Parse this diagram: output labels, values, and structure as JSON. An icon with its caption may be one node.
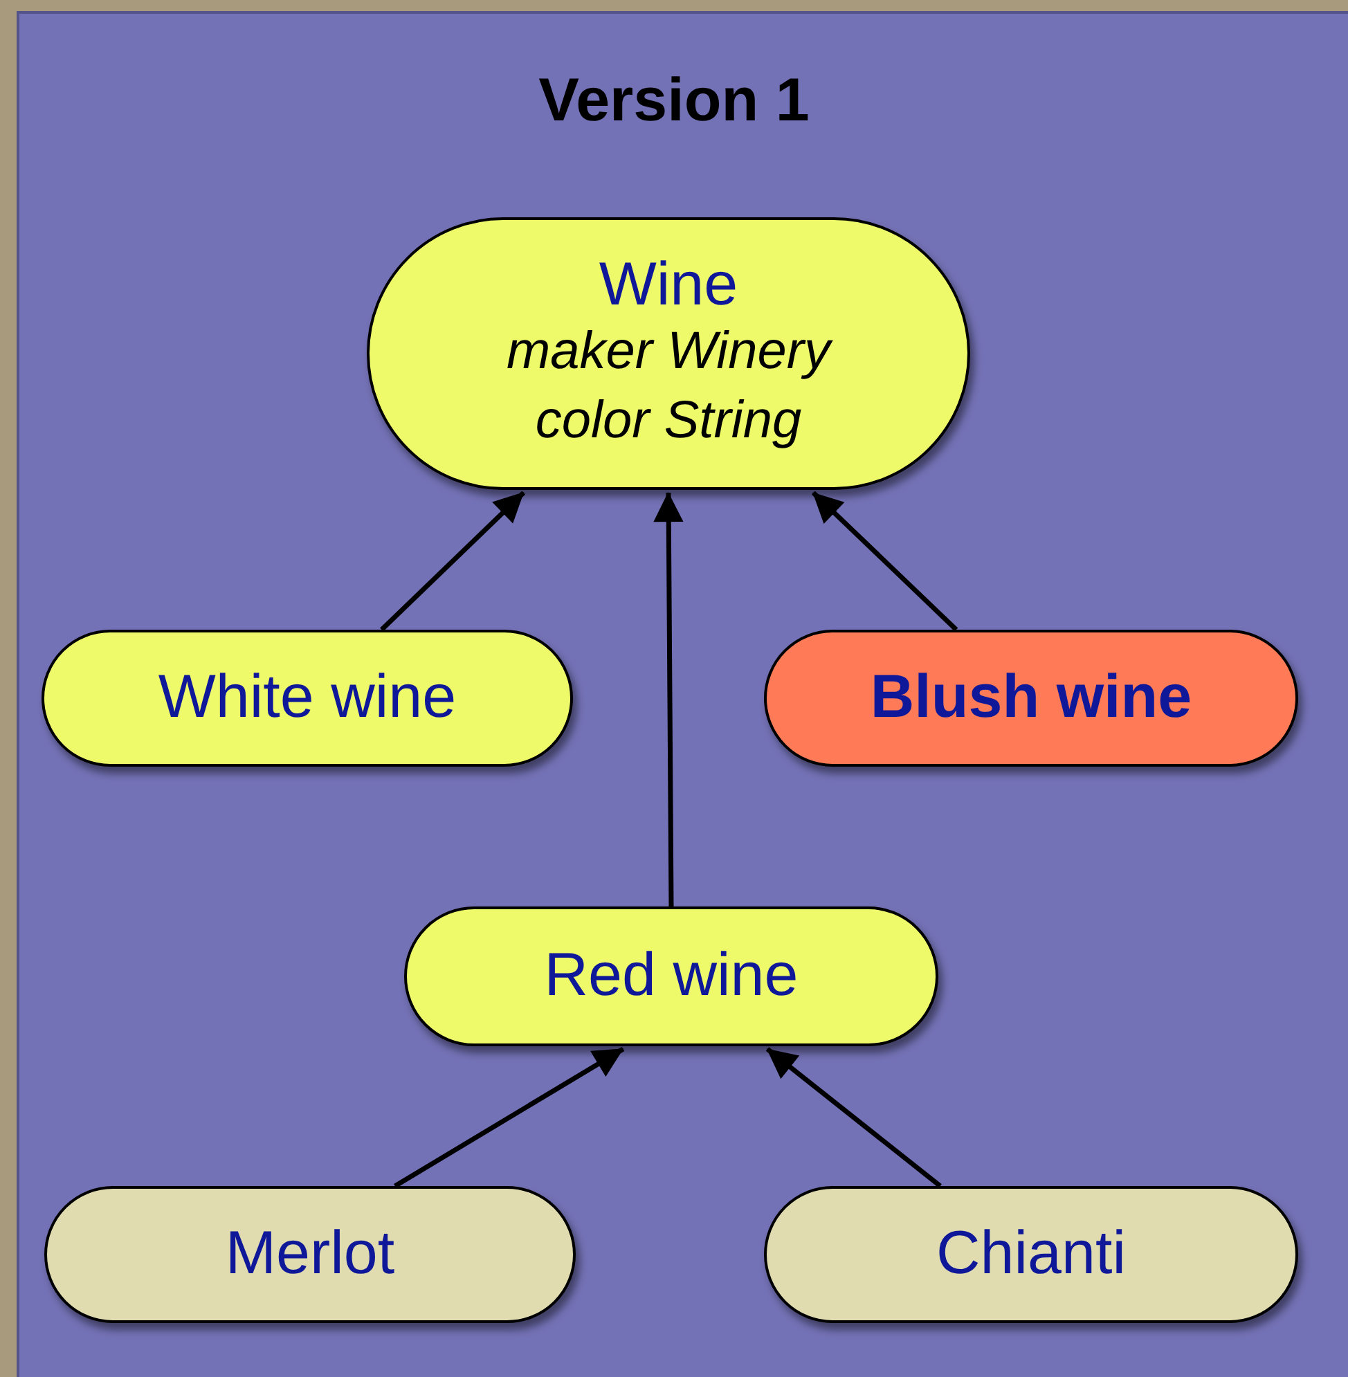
{
  "diagram": {
    "title": "Version 1",
    "nodes": [
      {
        "text": [
          "Wine",
          "maker Winery",
          "color String"
        ]
      },
      {
        "text": [
          "White wine"
        ]
      },
      {
        "text": [
          "Blush wine"
        ]
      },
      {
        "text": [
          "Red wine"
        ]
      },
      {
        "text": [
          "Merlot"
        ]
      },
      {
        "text": [
          "Chianti"
        ]
      }
    ],
    "edges": [
      {
        "from": 1,
        "to": 0,
        "arrow": "to"
      },
      {
        "from": 3,
        "to": 0,
        "arrow": "to"
      },
      {
        "from": 2,
        "to": 0,
        "arrow": "to"
      },
      {
        "from": 4,
        "to": 3,
        "arrow": "to"
      },
      {
        "from": 5,
        "to": 3,
        "arrow": "to"
      }
    ]
  }
}
